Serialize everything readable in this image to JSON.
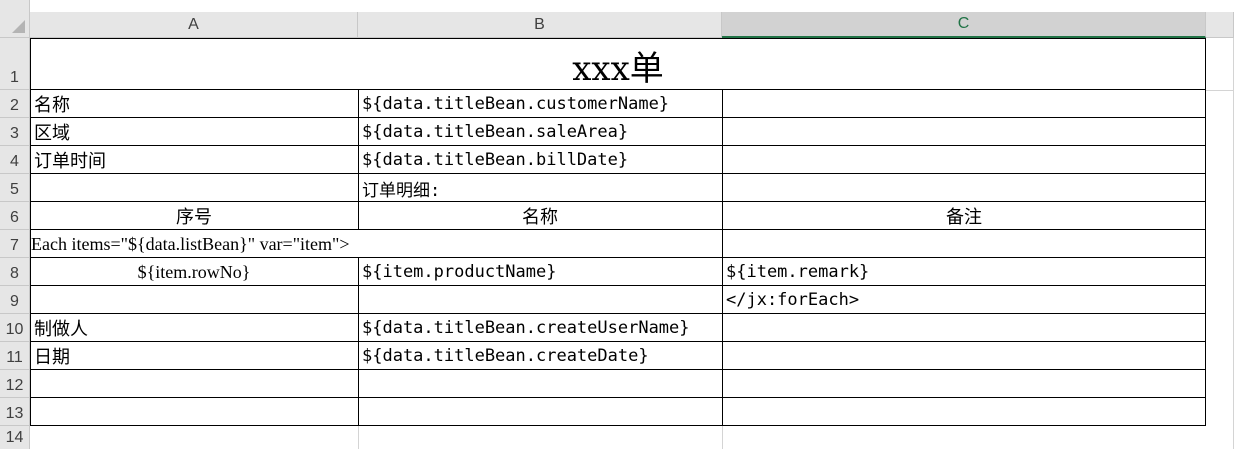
{
  "columns": [
    "A",
    "B",
    "C"
  ],
  "rows": [
    "1",
    "2",
    "3",
    "4",
    "5",
    "6",
    "7",
    "8",
    "9",
    "10",
    "11",
    "12",
    "13",
    "14"
  ],
  "sheet": {
    "title": "xxx单",
    "r2": {
      "a": "名称",
      "b": "${data.titleBean.customerName}"
    },
    "r3": {
      "a": "区域",
      "b": "${data.titleBean.saleArea}"
    },
    "r4": {
      "a": "订单时间",
      "b": "${data.titleBean.billDate}"
    },
    "r5": {
      "b": "订单明细:"
    },
    "r6": {
      "a": "序号",
      "b": "名称",
      "c": "备注"
    },
    "r7": {
      "a": "Each items=\"${data.listBean}\" var=\"item\">"
    },
    "r8": {
      "a": "${item.rowNo}",
      "b": "${item.productName}",
      "c": "${item.remark}"
    },
    "r9": {
      "c": "</jx:forEach>"
    },
    "r10": {
      "a": "制做人",
      "b": "${data.titleBean.createUserName}"
    },
    "r11": {
      "a": "日期",
      "b": "${data.titleBean.createDate}"
    }
  },
  "colors": {
    "selected_header": "#217346",
    "header_bg": "#e6e6e6",
    "grid": "#000000"
  }
}
